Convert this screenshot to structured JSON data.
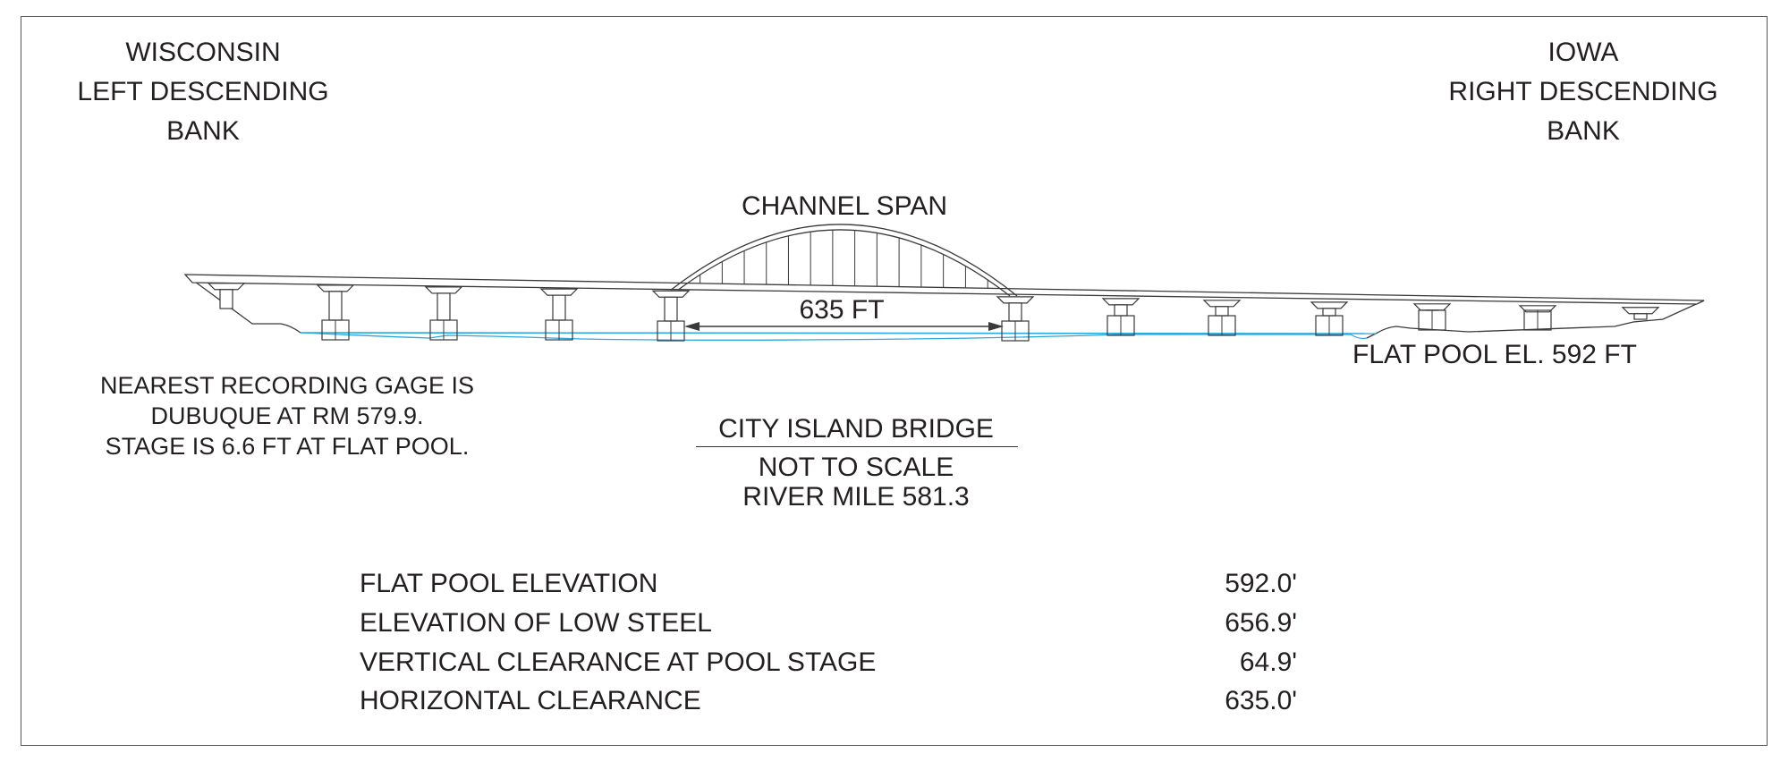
{
  "left_bank": {
    "lines": [
      "WISCONSIN",
      "LEFT DESCENDING",
      "BANK"
    ]
  },
  "right_bank": {
    "lines": [
      "IOWA",
      "RIGHT DESCENDING",
      "BANK"
    ]
  },
  "channel_span_label": "CHANNEL SPAN",
  "span_dimension": "635 FT",
  "flat_pool_label": "FLAT POOL EL. 592 FT",
  "gage_note": {
    "lines": [
      "NEAREST RECORDING GAGE IS",
      "DUBUQUE AT RM 579.9.",
      "STAGE IS 6.6 FT AT FLAT POOL."
    ]
  },
  "title_block": {
    "title": "CITY ISLAND BRIDGE",
    "scale": "NOT TO SCALE",
    "river_mile": "RIVER MILE 581.3"
  },
  "clearances": [
    {
      "label": "FLAT POOL ELEVATION",
      "value": "592.0'"
    },
    {
      "label": "ELEVATION OF LOW STEEL",
      "value": "656.9'"
    },
    {
      "label": "VERTICAL CLEARANCE AT POOL STAGE",
      "value": "64.9'"
    },
    {
      "label": "HORIZONTAL CLEARANCE",
      "value": "635.0'"
    }
  ],
  "colors": {
    "line": "#3a3a3a",
    "water": "#29a9e0"
  }
}
